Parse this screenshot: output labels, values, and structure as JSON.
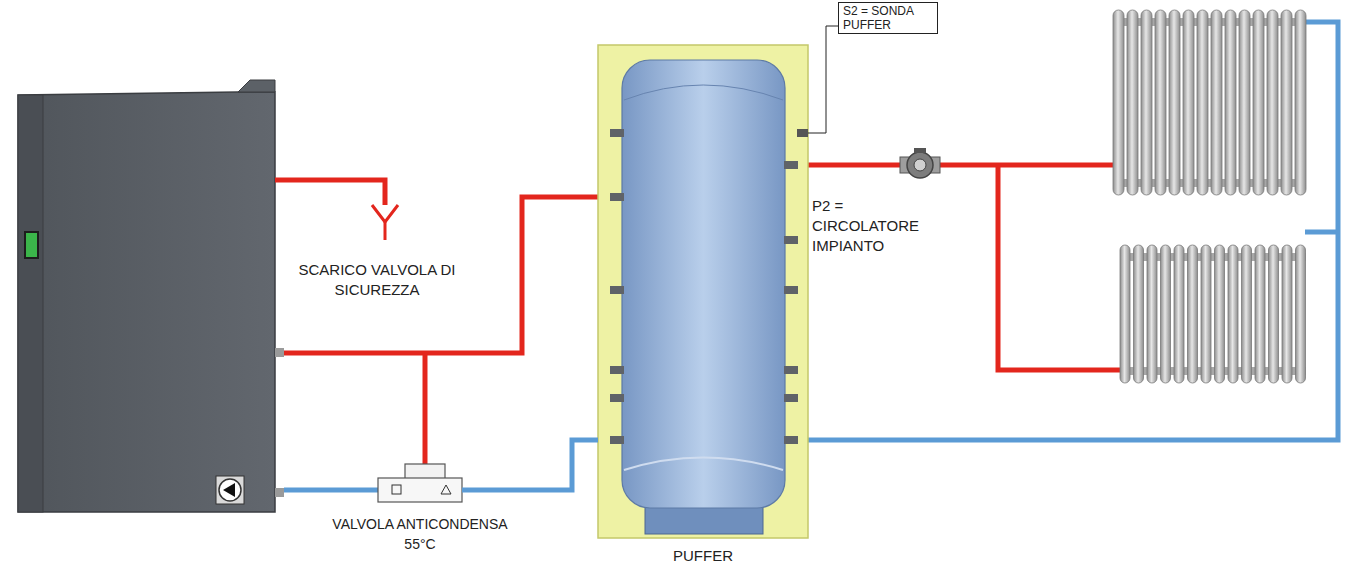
{
  "diagram": {
    "nodes": [
      {
        "text": [
          "S2 = SONDA PUFFER"
        ]
      },
      {
        "text": [
          "PUFFER"
        ]
      },
      {
        "text": [
          "VALVOLA ANTICONDENSA 55°C"
        ]
      }
    ],
    "edges": [
      {
        "from": 0,
        "to": 1,
        "arrow": "none"
      },
      {
        "from": 2,
        "to": 1,
        "arrow": "none"
      }
    ],
    "labels": [
      "SCARICO VALVOLA DI SICUREZZA",
      "P2 = CIRCOLATORE IMPIANTO"
    ]
  }
}
